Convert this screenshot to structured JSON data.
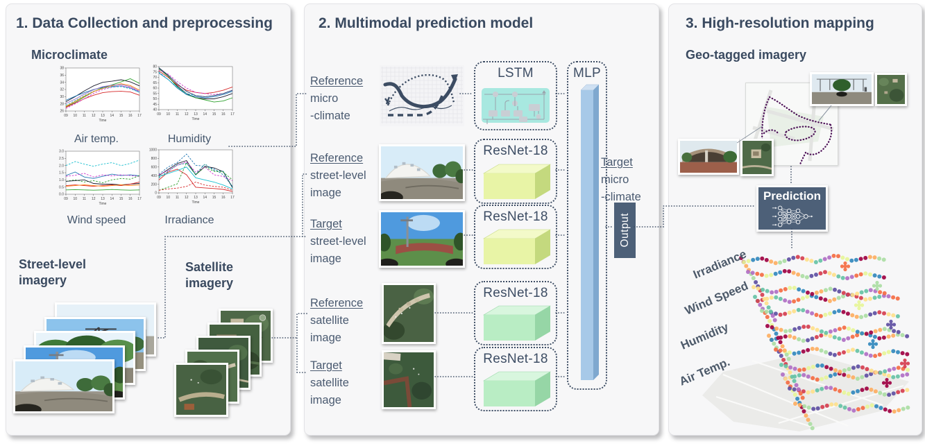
{
  "colors": {
    "heading": "#3a4a60",
    "label": "#4a5a70",
    "dotted_line": "#3d4d64",
    "dark_box": "#4d6078",
    "mlp_bar": "#a7c9e8",
    "lstm_fill": "#9fe5dd",
    "resnet_street_fill": "#e8f4a6",
    "resnet_satellite_fill": "#b9edc4",
    "map_route_purple": "#4e1258",
    "panel_bg": "#f7f7f8"
  },
  "panel1": {
    "title": "1. Data Collection and preprocessing",
    "microclimate_heading": "Microclimate",
    "street_heading_lines": [
      "Street-level",
      "imagery"
    ],
    "satellite_heading_lines": [
      "Satellite",
      "imagery"
    ],
    "chart_captions": [
      "Air temp.",
      "Humidity",
      "Wind speed",
      "Irradiance"
    ]
  },
  "panel2": {
    "title": "2. Multimodal prediction model",
    "rows": [
      {
        "label_lines": [
          "Reference",
          "micro",
          "-climate"
        ],
        "box": "LSTM"
      },
      {
        "label_lines": [
          "Reference",
          "street-level",
          "image"
        ],
        "box": "ResNet-18"
      },
      {
        "label_lines": [
          "Target",
          "street-level",
          "image"
        ],
        "box": "ResNet-18"
      },
      {
        "label_lines": [
          "Reference",
          "satellite",
          "image"
        ],
        "box": "ResNet-18"
      },
      {
        "label_lines": [
          "Target",
          "satellite",
          "image"
        ],
        "box": "ResNet-18"
      }
    ],
    "mlp_label": "MLP",
    "output_label": "Output",
    "target_label_lines": [
      "Target",
      "micro",
      "-climate"
    ]
  },
  "panel3": {
    "title": "3. High-resolution mapping",
    "geo_heading": "Geo-tagged imagery",
    "prediction_label": "Prediction",
    "layer_labels": [
      "Irradiance",
      "Wind Speed",
      "Humidity",
      "Air Temp."
    ],
    "palette": [
      "#9e0142",
      "#d53e4f",
      "#f46d43",
      "#fdae61",
      "#fee08b",
      "#e6f598",
      "#abdda4",
      "#66c2a5",
      "#3288bd",
      "#5e4fa2",
      "#b06fc4"
    ]
  },
  "chart_data": [
    {
      "type": "line",
      "title": "Air temp.",
      "xlabel": "Time",
      "x": [
        "09",
        "10",
        "11",
        "12",
        "13",
        "14",
        "15",
        "16",
        "17"
      ],
      "ylim": [
        26,
        38
      ],
      "ystep": 2,
      "grid": false,
      "legend": "none",
      "series": [
        {
          "name": "s1",
          "color": "#1a1a2e",
          "dash": false,
          "values": [
            28.6,
            30.0,
            31.6,
            33.0,
            34.0,
            34.3,
            34.7,
            34.1,
            33.0
          ]
        },
        {
          "name": "s2",
          "color": "#2ca02c",
          "dash": false,
          "values": [
            27.2,
            28.4,
            29.9,
            31.4,
            32.5,
            33.3,
            34.1,
            35.0,
            33.7
          ]
        },
        {
          "name": "s3",
          "color": "#d62728",
          "dash": false,
          "values": [
            27.0,
            28.2,
            29.4,
            30.4,
            31.1,
            31.4,
            31.5,
            31.3,
            30.4
          ]
        },
        {
          "name": "s4",
          "color": "#1f77b4",
          "dash": false,
          "values": [
            29.0,
            30.1,
            31.1,
            32.0,
            32.6,
            32.9,
            33.0,
            32.4,
            31.2
          ]
        },
        {
          "name": "s5",
          "color": "#cc33cc",
          "dash": true,
          "values": [
            26.7,
            28.0,
            29.4,
            30.9,
            32.0,
            32.6,
            33.0,
            32.5,
            31.4
          ]
        },
        {
          "name": "s6",
          "color": "#17becf",
          "dash": true,
          "values": [
            27.6,
            28.9,
            30.3,
            31.5,
            32.3,
            32.7,
            32.8,
            32.2,
            31.2
          ]
        },
        {
          "name": "s7",
          "color": "#ff7f0e",
          "dash": false,
          "values": [
            27.3,
            28.7,
            30.1,
            31.4,
            32.3,
            33.0,
            33.6,
            33.1,
            31.8
          ]
        },
        {
          "name": "s8",
          "color": "#9467bd",
          "dash": false,
          "values": [
            28.1,
            29.3,
            30.7,
            31.9,
            32.8,
            33.2,
            33.4,
            32.8,
            31.5
          ]
        }
      ]
    },
    {
      "type": "line",
      "title": "Humidity",
      "xlabel": "Time",
      "x": [
        "09",
        "10",
        "11",
        "12",
        "13",
        "14",
        "15",
        "16",
        "17"
      ],
      "ylim": [
        40,
        80
      ],
      "ystep": 5,
      "grid": false,
      "legend": "none",
      "series": [
        {
          "name": "s1",
          "color": "#1a1a2e",
          "dash": false,
          "values": [
            79,
            71,
            62,
            55,
            51,
            50,
            50,
            52,
            55
          ]
        },
        {
          "name": "s2",
          "color": "#d62728",
          "dash": false,
          "values": [
            76,
            70,
            63,
            58,
            56,
            55,
            56,
            58,
            61
          ]
        },
        {
          "name": "s3",
          "color": "#2ca02c",
          "dash": false,
          "values": [
            78,
            71,
            61,
            54,
            51,
            49,
            47,
            48,
            51
          ]
        },
        {
          "name": "s4",
          "color": "#1f77b4",
          "dash": false,
          "values": [
            74,
            68,
            60,
            54,
            52,
            51,
            52,
            54,
            57
          ]
        },
        {
          "name": "s5",
          "color": "#cc33cc",
          "dash": true,
          "values": [
            77,
            73,
            66,
            60,
            56,
            55,
            54,
            55,
            58
          ]
        },
        {
          "name": "s6",
          "color": "#17becf",
          "dash": true,
          "values": [
            75,
            68,
            61,
            55,
            53,
            52,
            53,
            55,
            58
          ]
        },
        {
          "name": "s7",
          "color": "#2c3e70",
          "dash": false,
          "values": [
            79,
            72,
            64,
            57,
            53,
            52,
            53,
            55,
            58
          ]
        }
      ]
    },
    {
      "type": "line",
      "title": "Wind speed",
      "xlabel": "Time",
      "x": [
        "09",
        "10",
        "11",
        "12",
        "13",
        "14",
        "15",
        "16",
        "17"
      ],
      "ylim": [
        0,
        3
      ],
      "ystep": 0.5,
      "grid": false,
      "legend": "none",
      "series": [
        {
          "name": "s1",
          "color": "#17becf",
          "dash": true,
          "values": [
            2.0,
            2.28,
            2.1,
            1.95,
            2.1,
            2.2,
            2.0,
            2.15,
            2.38
          ]
        },
        {
          "name": "s2",
          "color": "#1f77b4",
          "dash": false,
          "values": [
            1.3,
            1.55,
            1.2,
            1.1,
            1.25,
            1.4,
            1.3,
            1.35,
            1.28
          ]
        },
        {
          "name": "s3",
          "color": "#cc33cc",
          "dash": true,
          "values": [
            1.25,
            1.32,
            1.45,
            1.2,
            1.35,
            1.28,
            1.35,
            1.3,
            1.25
          ]
        },
        {
          "name": "s4",
          "color": "#2ca02c",
          "dash": true,
          "values": [
            0.9,
            1.0,
            0.85,
            0.95,
            0.8,
            1.0,
            1.1,
            1.05,
            1.3
          ]
        },
        {
          "name": "s5",
          "color": "#1a1a2e",
          "dash": false,
          "values": [
            0.9,
            0.95,
            1.0,
            0.75,
            0.7,
            0.7,
            0.65,
            0.7,
            0.75
          ]
        },
        {
          "name": "s6",
          "color": "#d62728",
          "dash": false,
          "values": [
            0.6,
            0.65,
            0.6,
            0.55,
            0.6,
            0.65,
            0.6,
            0.7,
            0.85
          ]
        },
        {
          "name": "s7",
          "color": "#ff7f0e",
          "dash": false,
          "values": [
            0.55,
            0.6,
            0.66,
            0.6,
            0.55,
            0.6,
            0.66,
            0.6,
            0.65
          ]
        },
        {
          "name": "s8",
          "color": "#2ca02c",
          "dash": false,
          "values": [
            0.3,
            0.32,
            0.3,
            0.28,
            0.3,
            0.33,
            0.3,
            0.28,
            0.3
          ]
        }
      ]
    },
    {
      "type": "line",
      "title": "Irradiance",
      "xlabel": "Time",
      "x": [
        "09",
        "10",
        "11",
        "12",
        "13",
        "14",
        "15",
        "16",
        "17"
      ],
      "ylim": [
        0,
        1000
      ],
      "ystep": 200,
      "grid": false,
      "legend": "none",
      "series": [
        {
          "name": "s1",
          "color": "#1f77b4",
          "dash": true,
          "values": [
            430,
            600,
            705,
            900,
            640,
            620,
            555,
            420,
            150
          ]
        },
        {
          "name": "s2",
          "color": "#1a1a2e",
          "dash": false,
          "values": [
            400,
            545,
            680,
            750,
            420,
            615,
            580,
            490,
            120
          ]
        },
        {
          "name": "s3",
          "color": "#d62728",
          "dash": false,
          "values": [
            300,
            480,
            550,
            420,
            130,
            115,
            100,
            80,
            30
          ]
        },
        {
          "name": "s4",
          "color": "#2ca02c",
          "dash": true,
          "values": [
            60,
            130,
            210,
            700,
            420,
            600,
            500,
            480,
            300
          ]
        },
        {
          "name": "s5",
          "color": "#17becf",
          "dash": false,
          "values": [
            380,
            450,
            520,
            600,
            350,
            300,
            250,
            180,
            90
          ]
        },
        {
          "name": "s6",
          "color": "#cc33cc",
          "dash": true,
          "values": [
            420,
            520,
            640,
            720,
            480,
            600,
            420,
            380,
            280
          ]
        },
        {
          "name": "s7",
          "color": "#d62728",
          "dash": true,
          "values": [
            60,
            90,
            110,
            150,
            250,
            180,
            150,
            130,
            60
          ]
        },
        {
          "name": "s8",
          "color": "#008080",
          "dash": true,
          "values": [
            350,
            500,
            650,
            690,
            430,
            670,
            520,
            500,
            130
          ]
        }
      ]
    }
  ]
}
